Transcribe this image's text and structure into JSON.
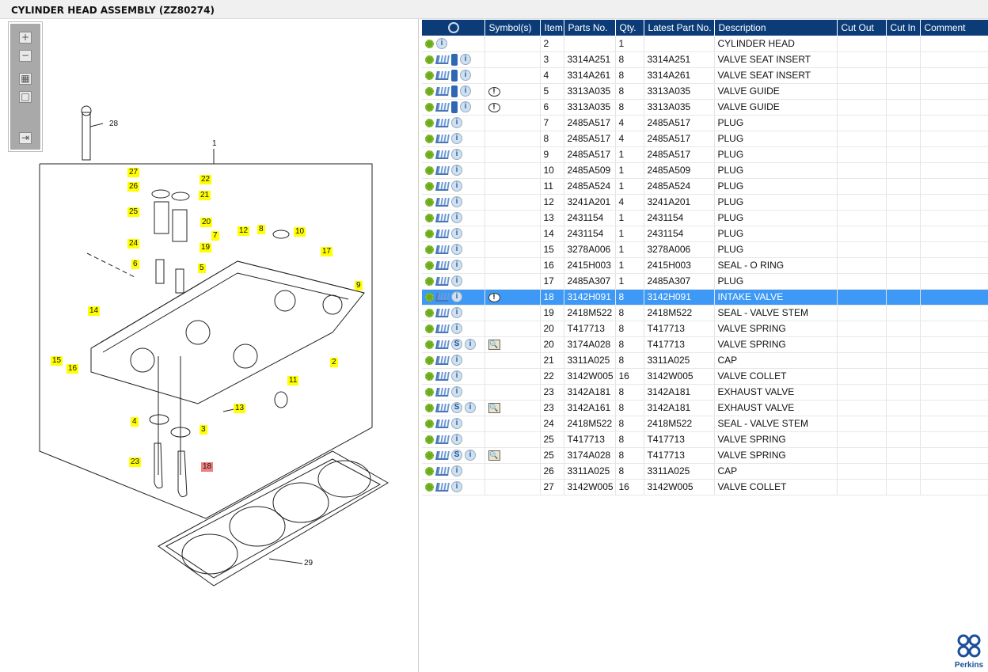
{
  "title": "CYLINDER HEAD ASSEMBLY (ZZ80274)",
  "toolbox": {
    "zoom_in": "+",
    "zoom_out": "−",
    "fit": "▦",
    "reset": "□",
    "export": "⇥"
  },
  "columns": [
    "",
    "Symbol(s)",
    "Item",
    "Parts No.",
    "Qty.",
    "Latest Part No.",
    "Description",
    "Cut Out",
    "Cut In",
    "Comment"
  ],
  "rows": [
    {
      "icons": [
        "gear",
        "info"
      ],
      "symbol": "",
      "item": "2",
      "part": "",
      "qty": "1",
      "latest": "",
      "desc": "CYLINDER HEAD"
    },
    {
      "icons": [
        "gear",
        "cart",
        "book",
        "info"
      ],
      "symbol": "",
      "item": "3",
      "part": "3314A251",
      "qty": "8",
      "latest": "3314A251",
      "desc": "VALVE SEAT INSERT"
    },
    {
      "icons": [
        "gear",
        "cart",
        "book",
        "info"
      ],
      "symbol": "",
      "item": "4",
      "part": "3314A261",
      "qty": "8",
      "latest": "3314A261",
      "desc": "VALVE SEAT INSERT"
    },
    {
      "icons": [
        "gear",
        "cart",
        "book",
        "info"
      ],
      "symbol": "warning",
      "item": "5",
      "part": "3313A035",
      "qty": "8",
      "latest": "3313A035",
      "desc": "VALVE GUIDE"
    },
    {
      "icons": [
        "gear",
        "cart",
        "book",
        "info"
      ],
      "symbol": "warning",
      "item": "6",
      "part": "3313A035",
      "qty": "8",
      "latest": "3313A035",
      "desc": "VALVE GUIDE"
    },
    {
      "icons": [
        "gear",
        "cart",
        "info"
      ],
      "symbol": "",
      "item": "7",
      "part": "2485A517",
      "qty": "4",
      "latest": "2485A517",
      "desc": "PLUG"
    },
    {
      "icons": [
        "gear",
        "cart",
        "info"
      ],
      "symbol": "",
      "item": "8",
      "part": "2485A517",
      "qty": "4",
      "latest": "2485A517",
      "desc": "PLUG"
    },
    {
      "icons": [
        "gear",
        "cart",
        "info"
      ],
      "symbol": "",
      "item": "9",
      "part": "2485A517",
      "qty": "1",
      "latest": "2485A517",
      "desc": "PLUG"
    },
    {
      "icons": [
        "gear",
        "cart",
        "info"
      ],
      "symbol": "",
      "item": "10",
      "part": "2485A509",
      "qty": "1",
      "latest": "2485A509",
      "desc": "PLUG"
    },
    {
      "icons": [
        "gear",
        "cart",
        "info"
      ],
      "symbol": "",
      "item": "11",
      "part": "2485A524",
      "qty": "1",
      "latest": "2485A524",
      "desc": "PLUG"
    },
    {
      "icons": [
        "gear",
        "cart",
        "info"
      ],
      "symbol": "",
      "item": "12",
      "part": "3241A201",
      "qty": "4",
      "latest": "3241A201",
      "desc": "PLUG"
    },
    {
      "icons": [
        "gear",
        "cart",
        "info"
      ],
      "symbol": "",
      "item": "13",
      "part": "2431154",
      "qty": "1",
      "latest": "2431154",
      "desc": "PLUG"
    },
    {
      "icons": [
        "gear",
        "cart",
        "info"
      ],
      "symbol": "",
      "item": "14",
      "part": "2431154",
      "qty": "1",
      "latest": "2431154",
      "desc": "PLUG"
    },
    {
      "icons": [
        "gear",
        "cart",
        "info"
      ],
      "symbol": "",
      "item": "15",
      "part": "3278A006",
      "qty": "1",
      "latest": "3278A006",
      "desc": "PLUG"
    },
    {
      "icons": [
        "gear",
        "cart",
        "info"
      ],
      "symbol": "",
      "item": "16",
      "part": "2415H003",
      "qty": "1",
      "latest": "2415H003",
      "desc": "SEAL - O RING"
    },
    {
      "icons": [
        "gear",
        "cart",
        "info"
      ],
      "symbol": "",
      "item": "17",
      "part": "2485A307",
      "qty": "1",
      "latest": "2485A307",
      "desc": "PLUG"
    },
    {
      "icons": [
        "gear",
        "cart",
        "info"
      ],
      "symbol": "warning",
      "item": "18",
      "part": "3142H091",
      "qty": "8",
      "latest": "3142H091",
      "desc": "INTAKE VALVE",
      "selected": true
    },
    {
      "icons": [
        "gear",
        "cart",
        "info"
      ],
      "symbol": "",
      "item": "19",
      "part": "2418M522",
      "qty": "8",
      "latest": "2418M522",
      "desc": "SEAL - VALVE STEM"
    },
    {
      "icons": [
        "gear",
        "cart",
        "info"
      ],
      "symbol": "",
      "item": "20",
      "part": "T417713",
      "qty": "8",
      "latest": "T417713",
      "desc": "VALVE SPRING"
    },
    {
      "icons": [
        "gear",
        "cart",
        "s",
        "info"
      ],
      "symbol": "lookup",
      "item": "20",
      "part": "3174A028",
      "qty": "8",
      "latest": "T417713",
      "desc": "VALVE SPRING"
    },
    {
      "icons": [
        "gear",
        "cart",
        "info"
      ],
      "symbol": "",
      "item": "21",
      "part": "3311A025",
      "qty": "8",
      "latest": "3311A025",
      "desc": "CAP"
    },
    {
      "icons": [
        "gear",
        "cart",
        "info"
      ],
      "symbol": "",
      "item": "22",
      "part": "3142W005",
      "qty": "16",
      "latest": "3142W005",
      "desc": "VALVE COLLET"
    },
    {
      "icons": [
        "gear",
        "cart",
        "info"
      ],
      "symbol": "",
      "item": "23",
      "part": "3142A181",
      "qty": "8",
      "latest": "3142A181",
      "desc": "EXHAUST VALVE"
    },
    {
      "icons": [
        "gear",
        "cart",
        "s",
        "info"
      ],
      "symbol": "lookup",
      "item": "23",
      "part": "3142A161",
      "qty": "8",
      "latest": "3142A181",
      "desc": "EXHAUST VALVE"
    },
    {
      "icons": [
        "gear",
        "cart",
        "info"
      ],
      "symbol": "",
      "item": "24",
      "part": "2418M522",
      "qty": "8",
      "latest": "2418M522",
      "desc": "SEAL - VALVE STEM"
    },
    {
      "icons": [
        "gear",
        "cart",
        "info"
      ],
      "symbol": "",
      "item": "25",
      "part": "T417713",
      "qty": "8",
      "latest": "T417713",
      "desc": "VALVE SPRING"
    },
    {
      "icons": [
        "gear",
        "cart",
        "s",
        "info"
      ],
      "symbol": "lookup",
      "item": "25",
      "part": "3174A028",
      "qty": "8",
      "latest": "T417713",
      "desc": "VALVE SPRING"
    },
    {
      "icons": [
        "gear",
        "cart",
        "info"
      ],
      "symbol": "",
      "item": "26",
      "part": "3311A025",
      "qty": "8",
      "latest": "3311A025",
      "desc": "CAP"
    },
    {
      "icons": [
        "gear",
        "cart",
        "info"
      ],
      "symbol": "",
      "item": "27",
      "part": "3142W005",
      "qty": "16",
      "latest": "3142W005",
      "desc": "VALVE COLLET"
    }
  ],
  "callouts": [
    "28",
    "1",
    "27",
    "22",
    "26",
    "21",
    "25",
    "20",
    "24",
    "19",
    "7",
    "12",
    "8",
    "10",
    "17",
    "9",
    "6",
    "5",
    "14",
    "15",
    "16",
    "2",
    "11",
    "13",
    "4",
    "3",
    "23",
    "18",
    "29"
  ],
  "selected_callout": "18",
  "logo": "Perkins",
  "colors": {
    "header": "#0c3c78",
    "selected": "#3d99f5",
    "highlight": "#ffff00",
    "selected_callout": "#f08080"
  }
}
